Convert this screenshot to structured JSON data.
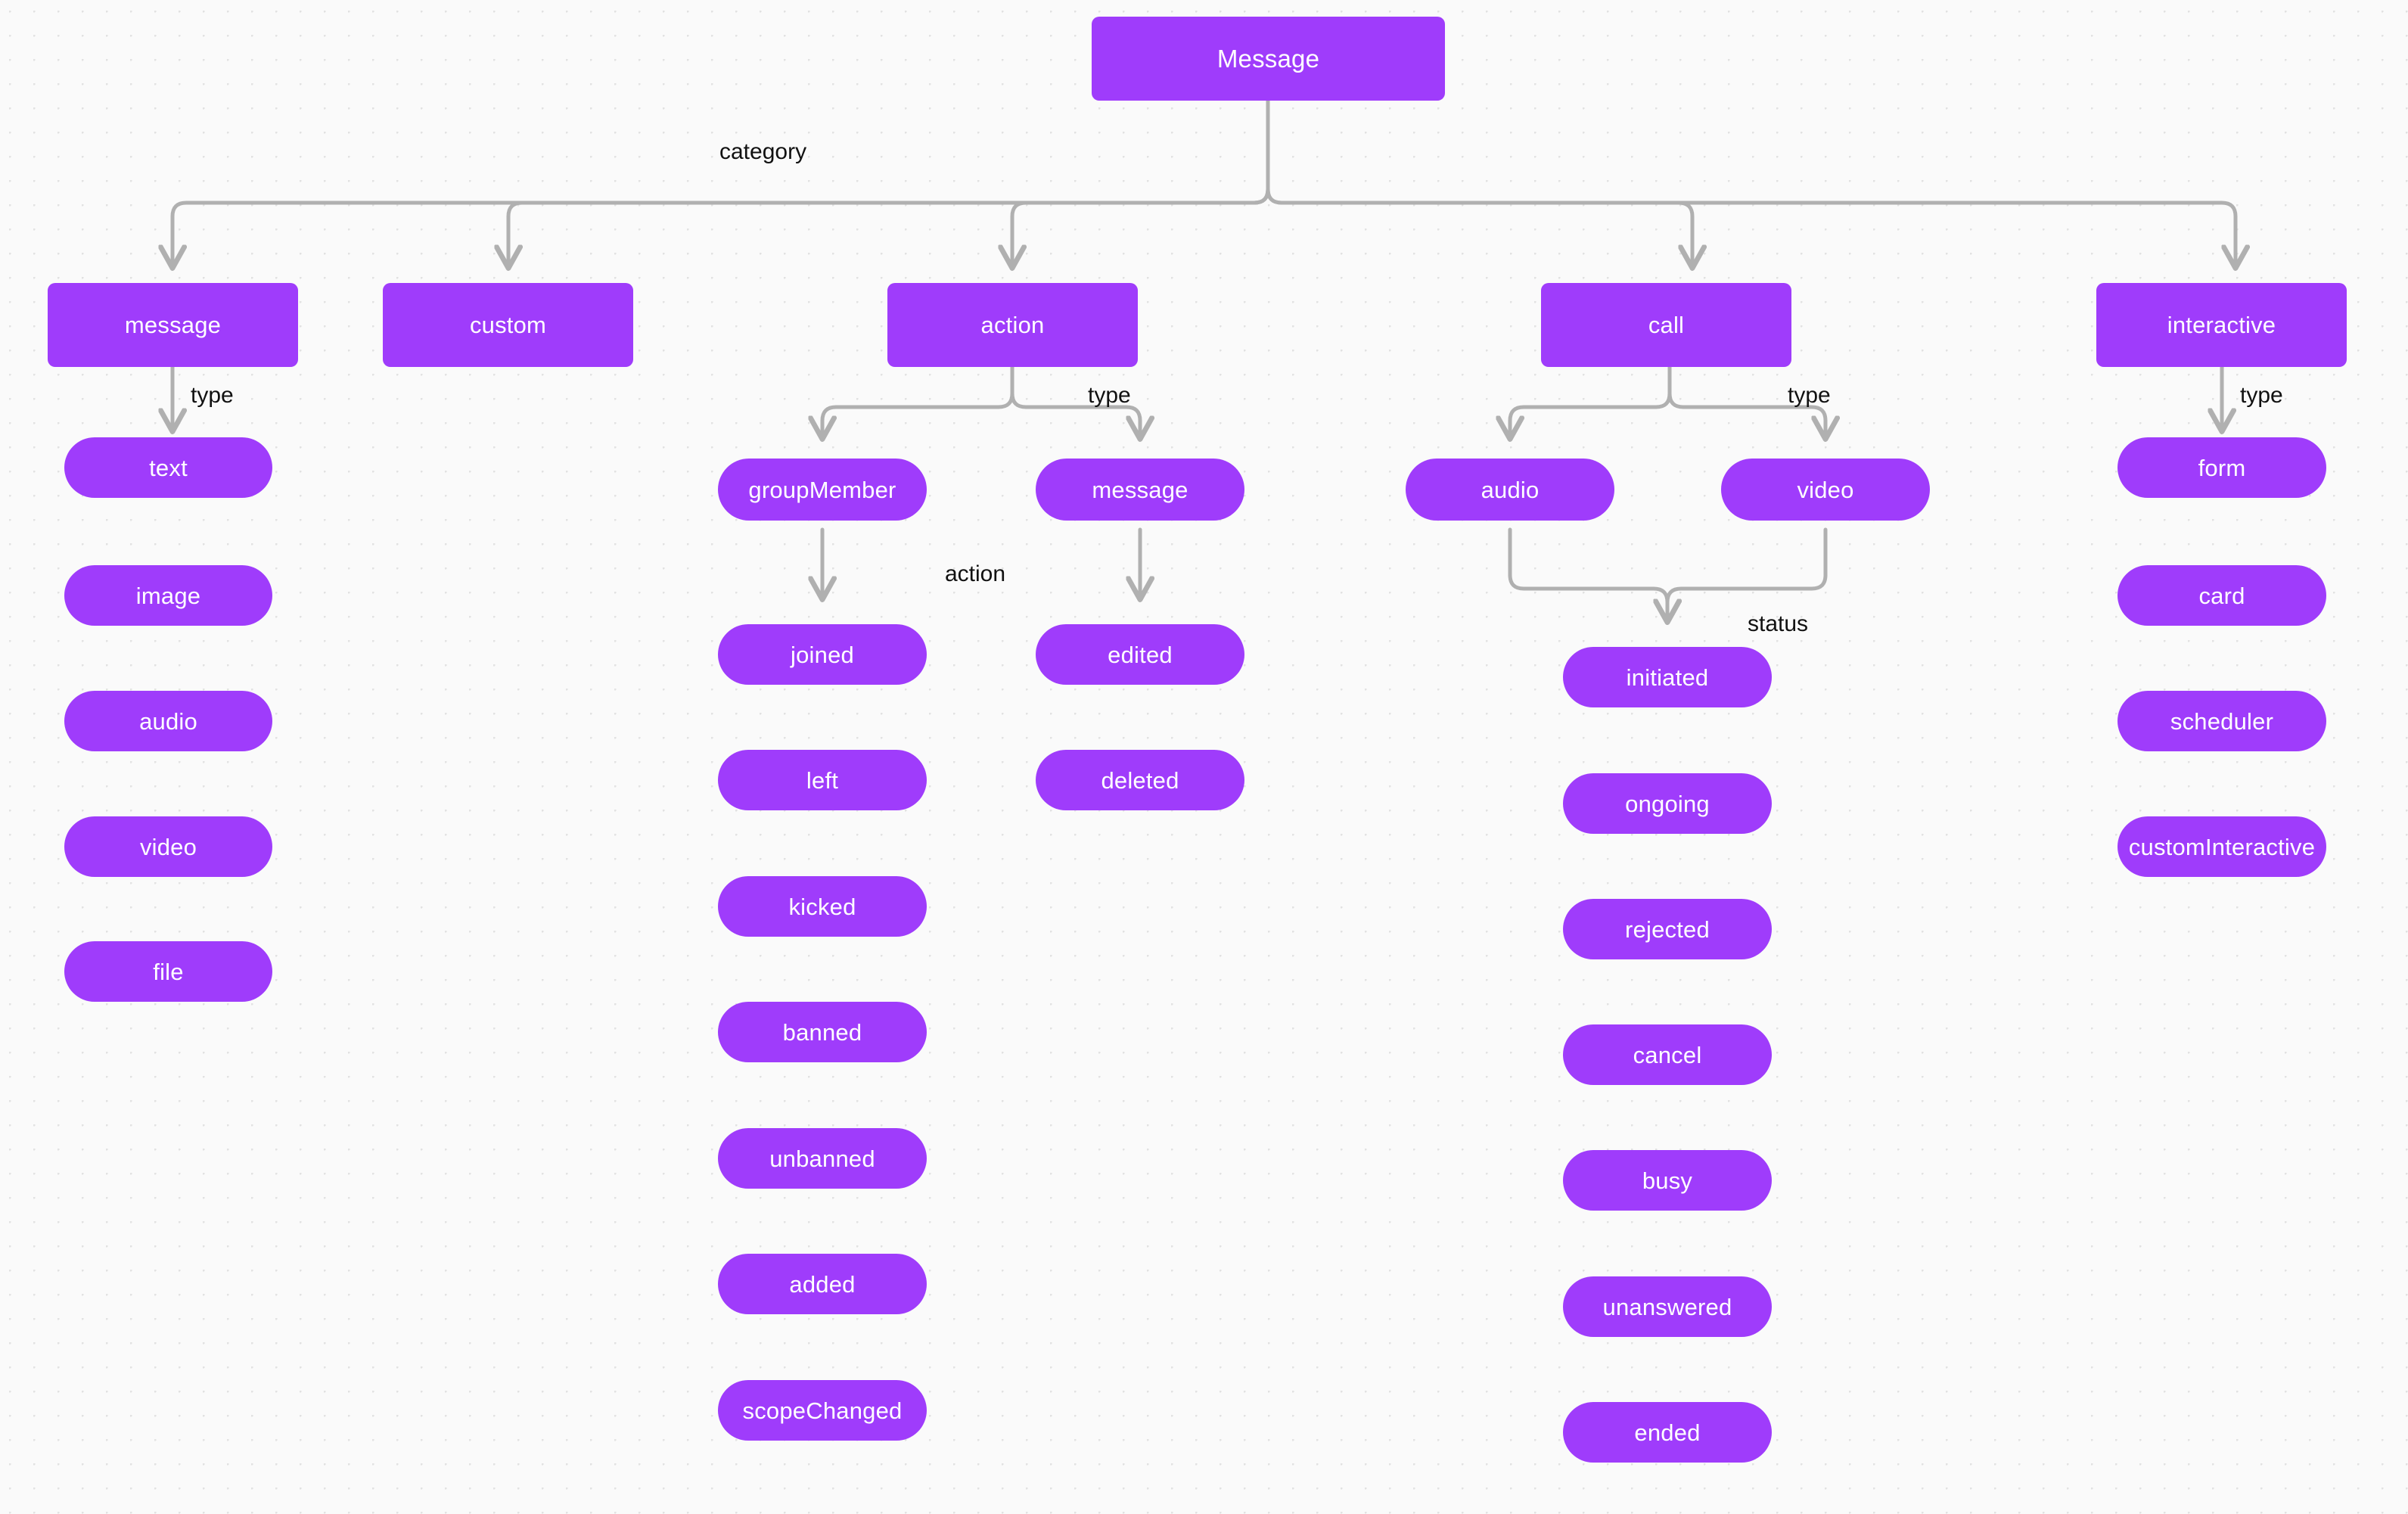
{
  "diagram": {
    "title": "Message",
    "accent_color": "#9f3cfb",
    "edge_color": "#b0b0b0",
    "background_color": "#fafafa",
    "label_color": "#111111"
  },
  "root": {
    "label": "Message"
  },
  "edge_labels": {
    "category": "category",
    "message_type": "type",
    "action_type": "type",
    "call_type": "type",
    "interactive_type": "type",
    "groupmember_action": "action",
    "call_status": "status"
  },
  "categories": [
    {
      "label": "message"
    },
    {
      "label": "custom"
    },
    {
      "label": "action"
    },
    {
      "label": "call"
    },
    {
      "label": "interactive"
    }
  ],
  "message_types": [
    {
      "label": "text"
    },
    {
      "label": "image"
    },
    {
      "label": "audio"
    },
    {
      "label": "video"
    },
    {
      "label": "file"
    }
  ],
  "action_types": [
    {
      "label": "groupMember"
    },
    {
      "label": "message"
    }
  ],
  "group_member_actions": [
    {
      "label": "joined"
    },
    {
      "label": "left"
    },
    {
      "label": "kicked"
    },
    {
      "label": "banned"
    },
    {
      "label": "unbanned"
    },
    {
      "label": "added"
    },
    {
      "label": "scopeChanged"
    }
  ],
  "message_actions": [
    {
      "label": "edited"
    },
    {
      "label": "deleted"
    }
  ],
  "call_types": [
    {
      "label": "audio"
    },
    {
      "label": "video"
    }
  ],
  "call_statuses": [
    {
      "label": "initiated"
    },
    {
      "label": "ongoing"
    },
    {
      "label": "rejected"
    },
    {
      "label": "cancel"
    },
    {
      "label": "busy"
    },
    {
      "label": "unanswered"
    },
    {
      "label": "ended"
    }
  ],
  "interactive_types": [
    {
      "label": "form"
    },
    {
      "label": "card"
    },
    {
      "label": "scheduler"
    },
    {
      "label": "customInteractive"
    }
  ]
}
